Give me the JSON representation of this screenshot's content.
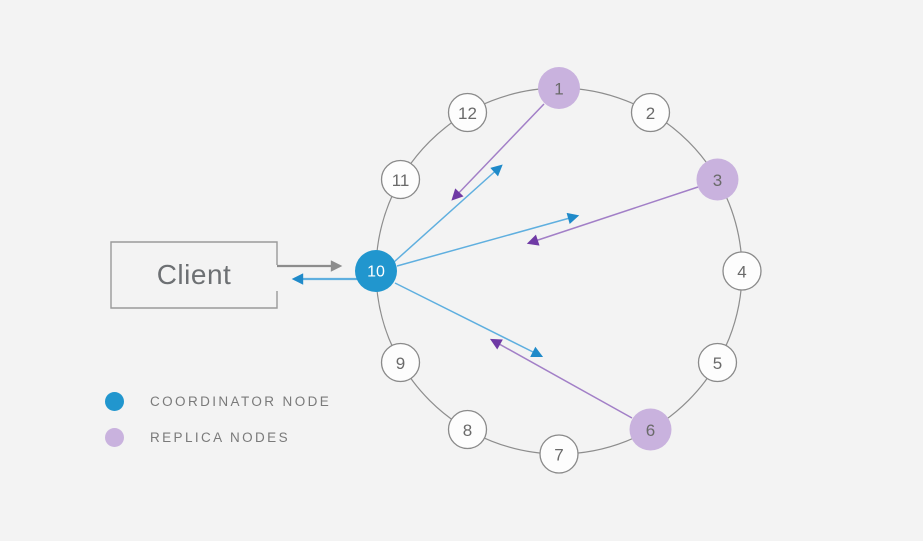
{
  "client": {
    "label": "Client"
  },
  "legend": {
    "items": [
      {
        "id": "coordinator",
        "label": "COORDINATOR NODE"
      },
      {
        "id": "replica",
        "label": "REPLICA NODES"
      }
    ]
  },
  "diagram": {
    "nodes": [
      {
        "id": "1",
        "role": "replica"
      },
      {
        "id": "2",
        "role": "member"
      },
      {
        "id": "3",
        "role": "replica"
      },
      {
        "id": "4",
        "role": "member"
      },
      {
        "id": "5",
        "role": "member"
      },
      {
        "id": "6",
        "role": "replica"
      },
      {
        "id": "7",
        "role": "member"
      },
      {
        "id": "8",
        "role": "member"
      },
      {
        "id": "9",
        "role": "member"
      },
      {
        "id": "10",
        "role": "coordinator"
      },
      {
        "id": "11",
        "role": "member"
      },
      {
        "id": "12",
        "role": "member"
      }
    ],
    "connections": [
      {
        "from": "client",
        "to": "node-10",
        "style": "gray"
      },
      {
        "from": "node-10",
        "to": "client",
        "style": "blue"
      },
      {
        "from": "node-10",
        "to": "node-1",
        "style": "blue"
      },
      {
        "from": "node-1",
        "to": "node-10",
        "style": "purple"
      },
      {
        "from": "node-10",
        "to": "node-3",
        "style": "blue"
      },
      {
        "from": "node-3",
        "to": "node-10",
        "style": "purple"
      },
      {
        "from": "node-10",
        "to": "node-6",
        "style": "blue"
      },
      {
        "from": "node-6",
        "to": "node-10",
        "style": "purple"
      }
    ]
  },
  "colors": {
    "background": "#f3f3f3",
    "coordinator_fill": "#2196ce",
    "coordinator_text": "#ffffff",
    "replica_fill": "#c9b2de",
    "member_fill": "#fdfdfd",
    "node_stroke": "#8a8a8a",
    "node_text": "#6a6a6a",
    "ring_stroke": "#8d8d8d",
    "blue_arrow": "#5fafdf",
    "blue_arrow_head": "#1f8ac9",
    "purple_arrow": "#a27fc7",
    "purple_arrow_head": "#6f3aa5",
    "gray_arrow": "#8c8c8c",
    "client_border": "#9a9a9a",
    "client_text": "#6d7073",
    "legend_text": "#7a7a7a"
  }
}
